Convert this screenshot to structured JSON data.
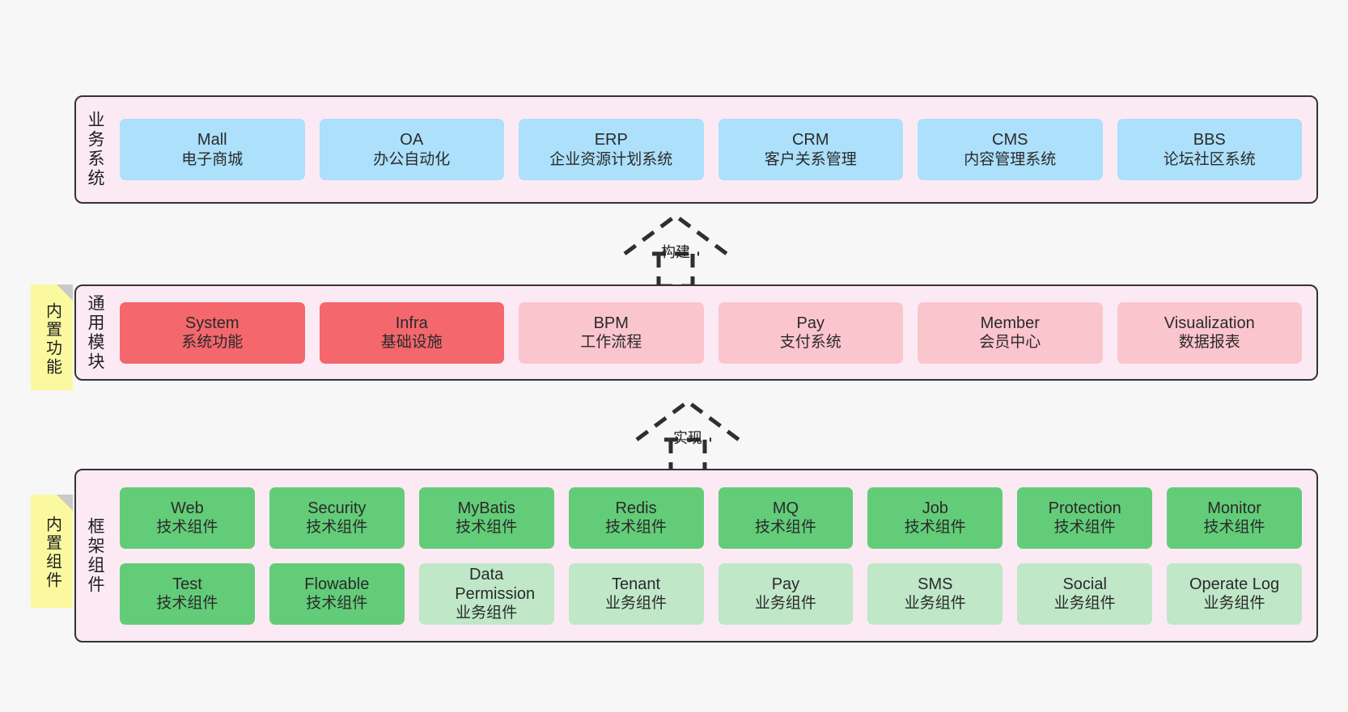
{
  "diagram": {
    "title_layers": [
      "业务系统",
      "通用模块",
      "框架组件"
    ],
    "colors": {
      "band_bg": "#fbeaf4",
      "band_border": "#333333",
      "blue": "#ace0fb",
      "red": "#f4676c",
      "pink": "#fbc5cd",
      "green_dark": "#63cc78",
      "green_light": "#bfe7c8",
      "note_yellow": "#fbf9a0",
      "note_fold": "#c9c9c9",
      "canvas_bg": "#f7f7f7"
    }
  },
  "layer_business": {
    "title": "业务系统",
    "items": [
      {
        "name": "Mall",
        "desc": "电子商城"
      },
      {
        "name": "OA",
        "desc": "办公自动化"
      },
      {
        "name": "ERP",
        "desc": "企业资源计划系统"
      },
      {
        "name": "CRM",
        "desc": "客户关系管理"
      },
      {
        "name": "CMS",
        "desc": "内容管理系统"
      },
      {
        "name": "BBS",
        "desc": "论坛社区系统"
      }
    ]
  },
  "connector_build": {
    "label": "构建"
  },
  "layer_modules": {
    "title": "通用模块",
    "note": "内置功能",
    "items": [
      {
        "name": "System",
        "desc": "系统功能"
      },
      {
        "name": "Infra",
        "desc": "基础设施"
      },
      {
        "name": "BPM",
        "desc": "工作流程"
      },
      {
        "name": "Pay",
        "desc": "支付系统"
      },
      {
        "name": "Member",
        "desc": "会员中心"
      },
      {
        "name": "Visualization",
        "desc": "数据报表"
      }
    ]
  },
  "connector_implement": {
    "label": "实现"
  },
  "layer_framework": {
    "title": "框架组件",
    "note": "内置组件",
    "row_tech": [
      {
        "name": "Web",
        "desc": "技术组件"
      },
      {
        "name": "Security",
        "desc": "技术组件"
      },
      {
        "name": "MyBatis",
        "desc": "技术组件"
      },
      {
        "name": "Redis",
        "desc": "技术组件"
      },
      {
        "name": "MQ",
        "desc": "技术组件"
      },
      {
        "name": "Job",
        "desc": "技术组件"
      },
      {
        "name": "Protection",
        "desc": "技术组件"
      },
      {
        "name": "Monitor",
        "desc": "技术组件"
      }
    ],
    "row_mixed": [
      {
        "name": "Test",
        "desc": "技术组件"
      },
      {
        "name": "Flowable",
        "desc": "技术组件"
      },
      {
        "name": "Data Permission",
        "desc": "业务组件"
      },
      {
        "name": "Tenant",
        "desc": "业务组件"
      },
      {
        "name": "Pay",
        "desc": "业务组件"
      },
      {
        "name": "SMS",
        "desc": "业务组件"
      },
      {
        "name": "Social",
        "desc": "业务组件"
      },
      {
        "name": "Operate Log",
        "desc": "业务组件"
      }
    ]
  }
}
